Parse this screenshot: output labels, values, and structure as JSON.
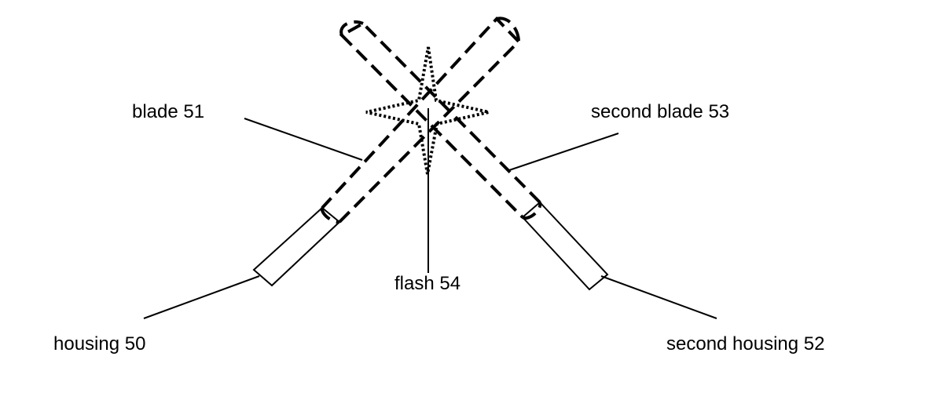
{
  "labels": {
    "blade_51": "blade 51",
    "second_blade_53": "second blade 53",
    "flash_54": "flash 54",
    "housing_50": "housing 50",
    "second_housing_52": "second housing 52"
  }
}
